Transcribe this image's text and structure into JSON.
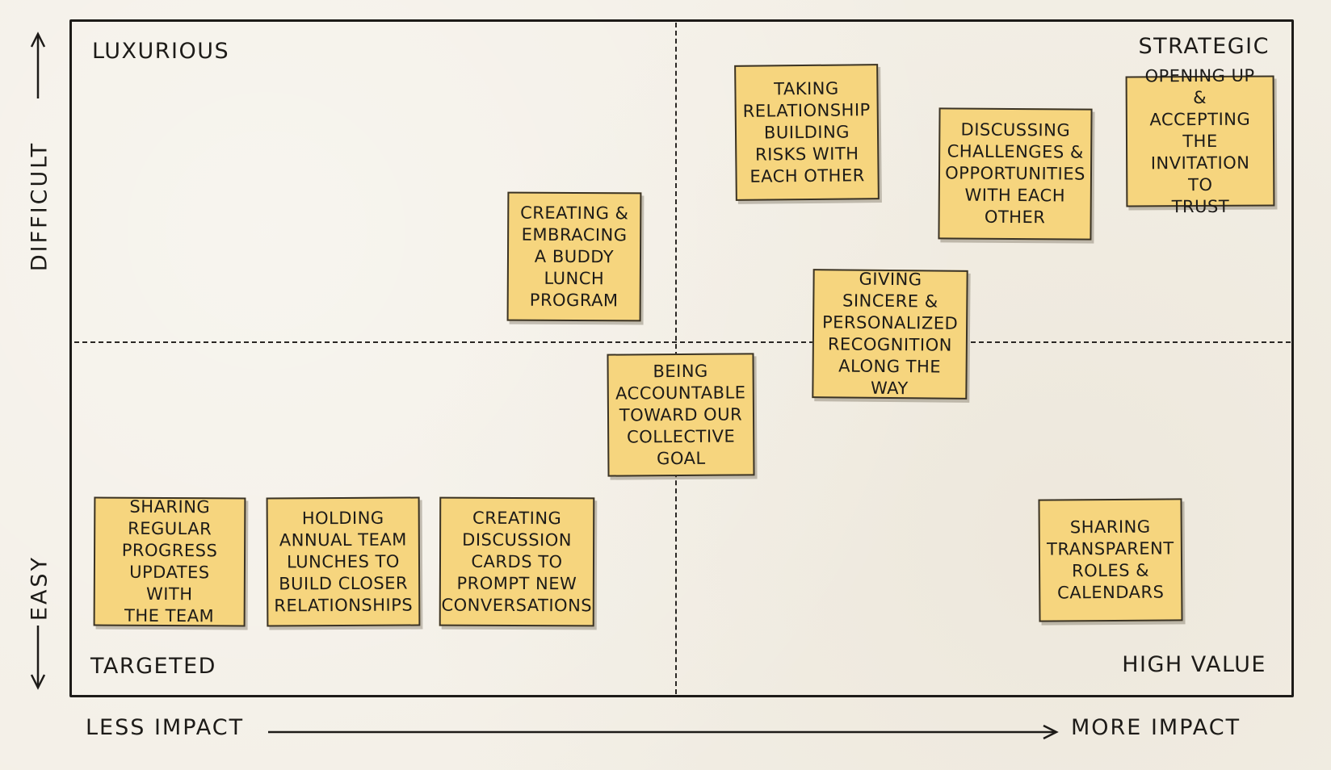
{
  "quadrants": {
    "top_left": "Luxurious",
    "top_right": "Strategic",
    "bottom_left": "Targeted",
    "bottom_right": "High Value"
  },
  "axes": {
    "y_top": "Difficult",
    "y_bottom": "Easy",
    "x_left": "Less Impact",
    "x_right": "More Impact"
  },
  "notes": [
    {
      "id": "taking-relationship-risks",
      "lines": [
        "Taking",
        "relationship",
        "building",
        "risks with",
        "each other"
      ]
    },
    {
      "id": "discussing-challenges",
      "lines": [
        "Discussing",
        "challenges &",
        "opportunities",
        "with each",
        "other"
      ]
    },
    {
      "id": "opening-up",
      "lines": [
        "Opening up &",
        "accepting",
        "the",
        "invitation to",
        "trust"
      ]
    },
    {
      "id": "buddy-lunch",
      "lines": [
        "Creating &",
        "embracing",
        "a buddy",
        "lunch",
        "program"
      ]
    },
    {
      "id": "sincere-recognition",
      "lines": [
        "Giving",
        "sincere &",
        "personalized",
        "recognition",
        "along the way"
      ]
    },
    {
      "id": "accountable-goal",
      "lines": [
        "Being",
        "accountable",
        "toward our",
        "collective",
        "goal"
      ]
    },
    {
      "id": "progress-updates",
      "lines": [
        "Sharing",
        "regular",
        "progress",
        "updates with",
        "the team"
      ]
    },
    {
      "id": "annual-lunches",
      "lines": [
        "Holding",
        "annual team",
        "lunches to",
        "build closer",
        "relationships"
      ]
    },
    {
      "id": "discussion-cards",
      "lines": [
        "Creating",
        "discussion",
        "cards to",
        "prompt new",
        "conversations"
      ]
    },
    {
      "id": "transparent-roles",
      "lines": [
        "Sharing",
        "transparent",
        "roles &",
        "calendars"
      ]
    }
  ]
}
